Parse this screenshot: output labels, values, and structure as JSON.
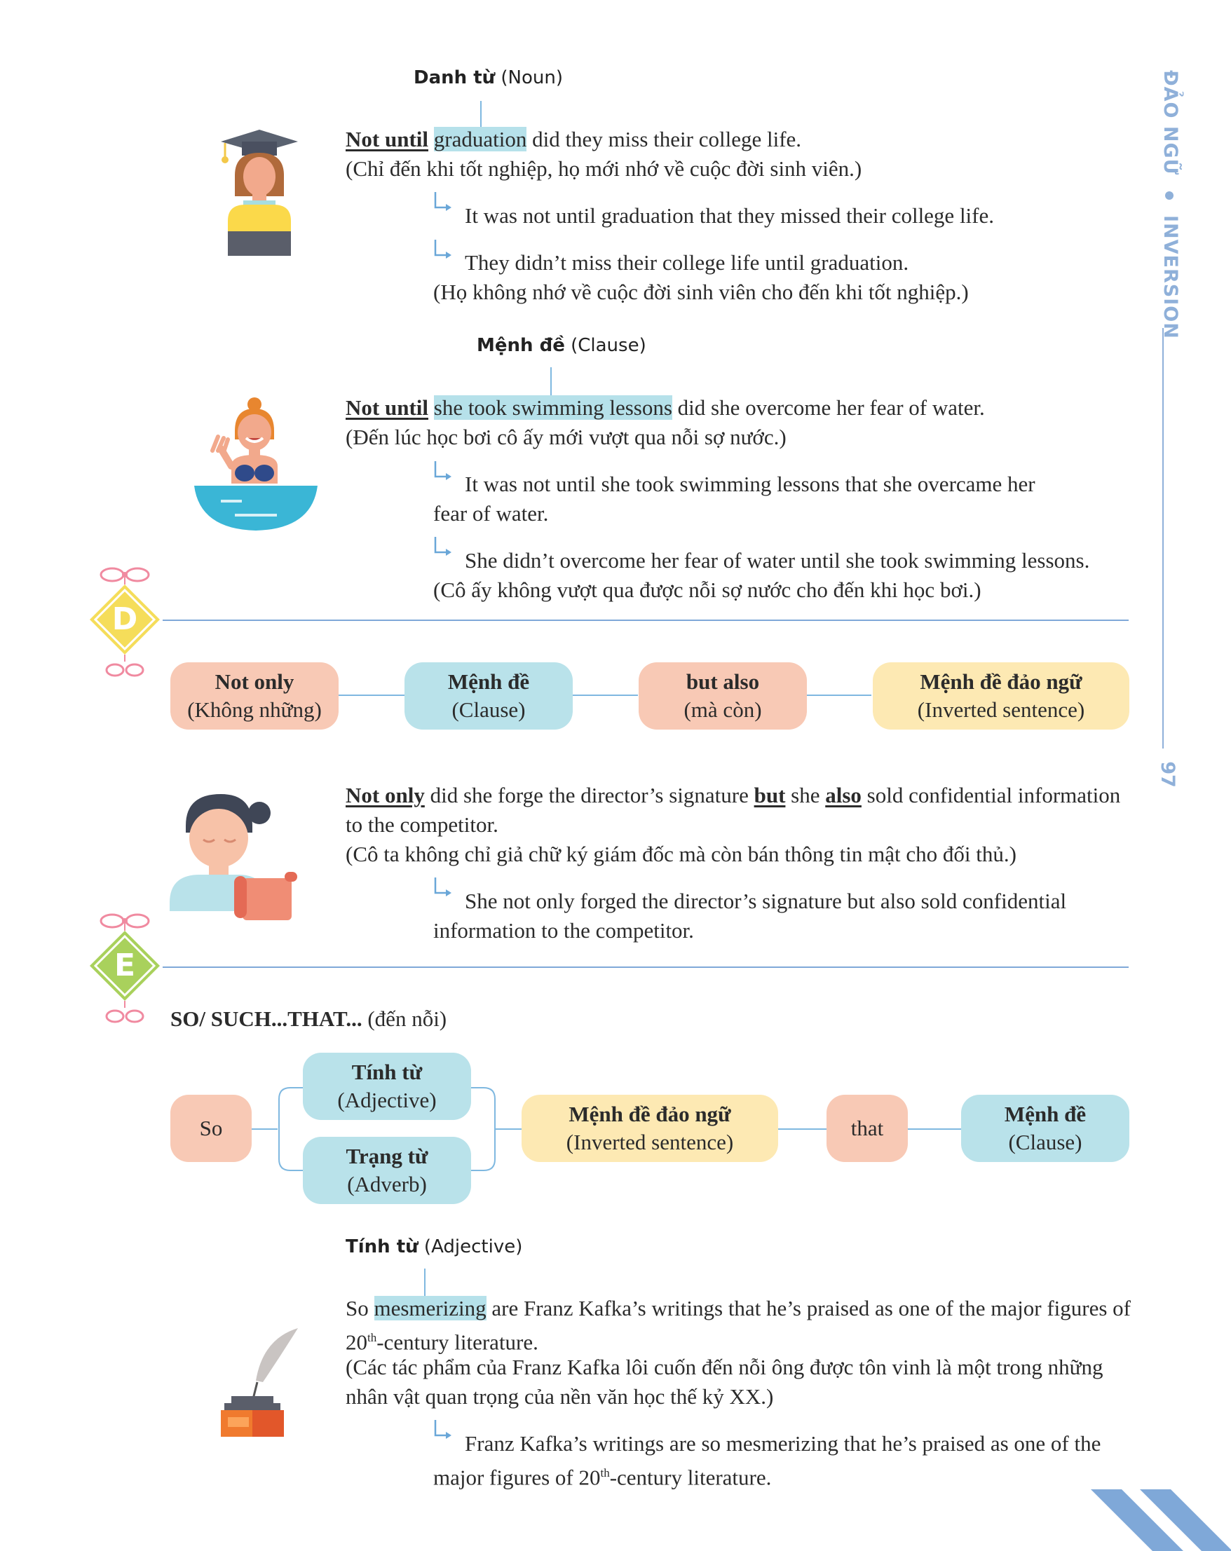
{
  "side_header": {
    "title_left": "ĐẢO NGỮ",
    "title_right": "INVERSION",
    "page_number": "97"
  },
  "block1": {
    "label_bold": "Danh từ",
    "label_rest": " (Noun)",
    "s_not_until": "Not until",
    "s_highlight": "graduation",
    "s_rest": " did they miss their college life.",
    "translation": "(Chỉ đến khi tốt nghiệp, họ mới nhớ về cuộc đời sinh viên.)",
    "alt1": "It was not until graduation that they missed their college life.",
    "alt2": "They didn’t miss their college life until graduation.",
    "alt2_translation": "(Họ không nhớ về cuộc đời sinh viên cho đến khi tốt nghiệp.)"
  },
  "block2": {
    "label_bold": "Mệnh đề",
    "label_rest": " (Clause)",
    "s_not_until": "Not until",
    "s_highlight": "she took swimming lessons",
    "s_rest": " did she overcome her fear of water.",
    "translation": "(Đến lúc học bơi cô ấy mới vượt qua nỗi sợ nước.)",
    "alt1_line1": "It was not until she took swimming lessons that she overcame her",
    "alt1_line2": "fear of water.",
    "alt2": "She didn’t overcome her fear of water until she took swimming lessons.",
    "alt2_translation": "(Cô ấy không vượt qua được nỗi sợ nước cho đến khi học bơi.)"
  },
  "section_d": {
    "badge": "D",
    "badge_color": "#f5dd5a",
    "flow": [
      {
        "title": "Not only",
        "sub": "(Không những)"
      },
      {
        "title": "Mệnh đề",
        "sub": "(Clause)"
      },
      {
        "title": "but also",
        "sub": "(mà còn)"
      },
      {
        "title": "Mệnh đề đảo ngữ",
        "sub": "(Inverted sentence)"
      }
    ],
    "s_not_only": "Not only",
    "s_part1": " did she forge the director’s signature ",
    "s_but": "but",
    "s_part2": " she ",
    "s_also": "also",
    "s_part3": " sold confidential information",
    "s_line2": "to the competitor.",
    "translation": "(Cô ta không chỉ giả chữ ký giám đốc mà còn bán thông tin mật cho đối thủ.)",
    "alt1_line1": "She not only forged the director’s signature but also sold confidential",
    "alt1_line2": "information to the competitor."
  },
  "section_e": {
    "badge": "E",
    "badge_color": "#a9d15c",
    "heading_bold": "SO/ SUCH...THAT...",
    "heading_rest": " (đến nỗi)",
    "flow": {
      "so": "So",
      "adj_title": "Tính từ",
      "adj_sub": "(Adjective)",
      "adv_title": "Trạng từ",
      "adv_sub": "(Adverb)",
      "inv_title": "Mệnh đề đảo ngữ",
      "inv_sub": "(Inverted sentence)",
      "that": "that",
      "clause_title": "Mệnh đề",
      "clause_sub": "(Clause)"
    },
    "label_bold": "Tính từ",
    "label_rest": " (Adjective)",
    "s_so": "So ",
    "s_highlight": "mesmerizing",
    "s_rest": " are Franz Kafka’s writings that he’s praised as one of the major figures of",
    "s_line2_a": "20",
    "s_line2_sup": "th",
    "s_line2_b": "-century literature.",
    "translation_line1": "(Các tác phẩm của Franz Kafka lôi cuốn đến nỗi ông được tôn vinh là một trong những",
    "translation_line2": "nhân vật quan trọng của nền văn học thế kỷ XX.)",
    "alt1_line1": "Franz Kafka’s writings are so mesmerizing that he’s praised as one of the",
    "alt1_line2_a": "major figures of 20",
    "alt1_line2_sup": "th",
    "alt1_line2_b": "-century literature."
  },
  "colors": {
    "accent_blue": "#7fa8d8",
    "highlight": "#b6e1ea",
    "pink_box": "#f8c9b5",
    "blue_box": "#b9e2ea",
    "yellow_box": "#fde9b3"
  }
}
